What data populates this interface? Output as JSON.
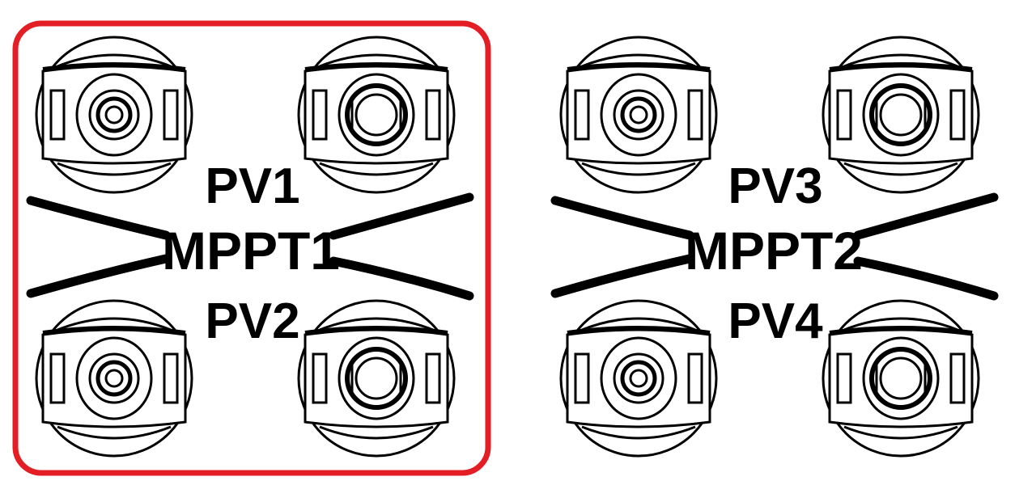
{
  "colors": {
    "highlight_border": "#e31e24",
    "line": "#000000",
    "background": "#ffffff"
  },
  "groups": [
    {
      "id": "mppt1",
      "label": "MPPT1",
      "highlighted": true,
      "inputs": [
        {
          "label": "PV1",
          "connectors": [
            "male",
            "female"
          ]
        },
        {
          "label": "PV2",
          "connectors": [
            "male",
            "female"
          ]
        }
      ]
    },
    {
      "id": "mppt2",
      "label": "MPPT2",
      "highlighted": false,
      "inputs": [
        {
          "label": "PV3",
          "connectors": [
            "male",
            "female"
          ]
        },
        {
          "label": "PV4",
          "connectors": [
            "male",
            "female"
          ]
        }
      ]
    }
  ]
}
